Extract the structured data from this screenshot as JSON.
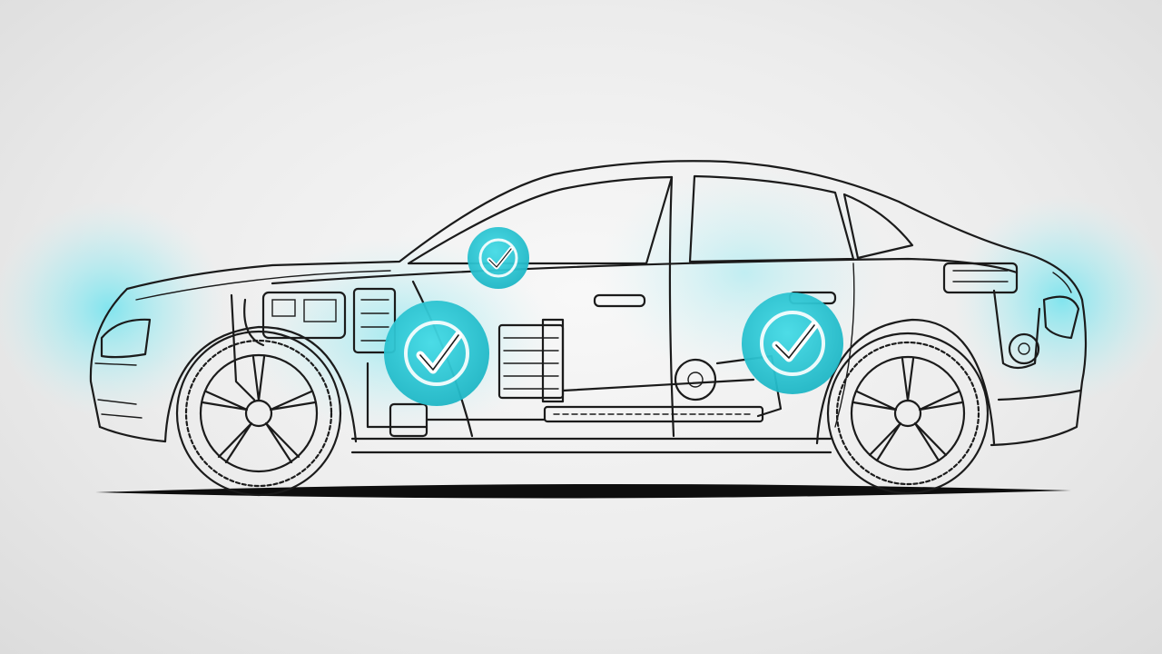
{
  "scene": {
    "subject": "sedan-car-line-drawing",
    "accent_color": "#2ec8d6",
    "glow_color": "#6fe3ee",
    "line_color": "#1b1b1b",
    "background_color": "#eaeaea",
    "badges": [
      {
        "icon": "check-icon",
        "status": "checked"
      },
      {
        "icon": "check-icon",
        "status": "checked"
      },
      {
        "icon": "check-icon",
        "status": "checked"
      }
    ]
  }
}
